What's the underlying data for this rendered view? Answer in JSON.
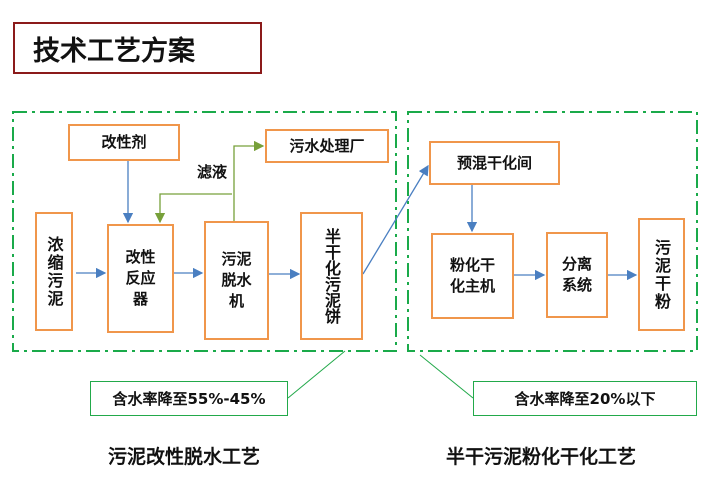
{
  "title": "技术工艺方案",
  "left": {
    "modifier": "改性剂",
    "wastewater_plant": "污水处理厂",
    "filtrate": "滤液",
    "thickened_sludge": "浓缩污泥",
    "reactor": "改性反应器",
    "dewatering": "污泥脱水机",
    "semi_dry_cake": "半干化污泥饼",
    "note": "含水率降至55%-45%",
    "caption": "污泥改性脱水工艺"
  },
  "right": {
    "premix": "预混干化间",
    "main_unit": "粉化干化主机",
    "separation": "分离系统",
    "dry_powder": "污泥干粉",
    "note": "含水率降至20%以下",
    "caption": "半干污泥粉化干化工艺"
  },
  "colors": {
    "box_border": "#f0964b",
    "dashed_group": "#1aaa4a",
    "flow_arrow": "#4a7fc1",
    "filtrate_arrow": "#77a03a",
    "title_border": "#8b1a1a"
  }
}
